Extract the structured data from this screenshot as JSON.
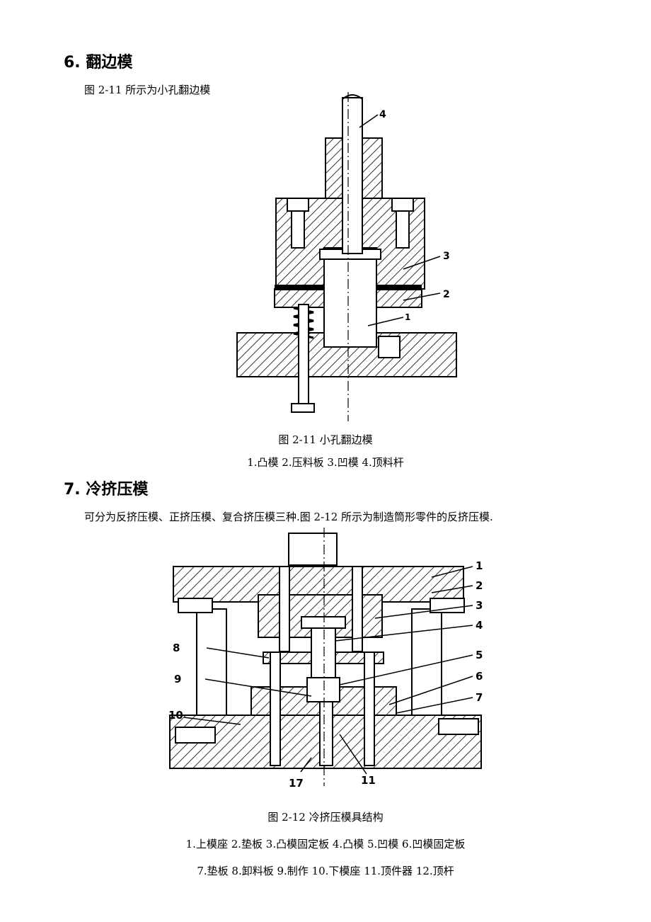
{
  "section6": {
    "heading": "6. 翻边模",
    "intro": "图 2-11 所示为小孔翻边模",
    "figure": {
      "callouts": [
        "4",
        "3",
        "2",
        "1"
      ],
      "caption": "图 2-11  小孔翻边模",
      "legend": "1.凸模  2.压料板  3.凹模  4.顶料杆"
    }
  },
  "section7": {
    "heading": "7. 冷挤压模",
    "intro": "可分为反挤压模、正挤压模、复合挤压模三种.图 2-12 所示为制造筒形零件的反挤压模.",
    "figure": {
      "callouts": [
        "1",
        "2",
        "3",
        "4",
        "5",
        "6",
        "7",
        "8",
        "9",
        "10",
        "17",
        "11"
      ],
      "caption": "图 2-12  冷挤压模具结构",
      "legend_line1": "1.上模座  2.垫板  3.凸模固定板  4.凸模  5.凹模  6.凹模固定板",
      "legend_line2": "7.垫板  8.卸料板  9.制作  10.下模座  11.顶件器  12.顶杆"
    }
  }
}
